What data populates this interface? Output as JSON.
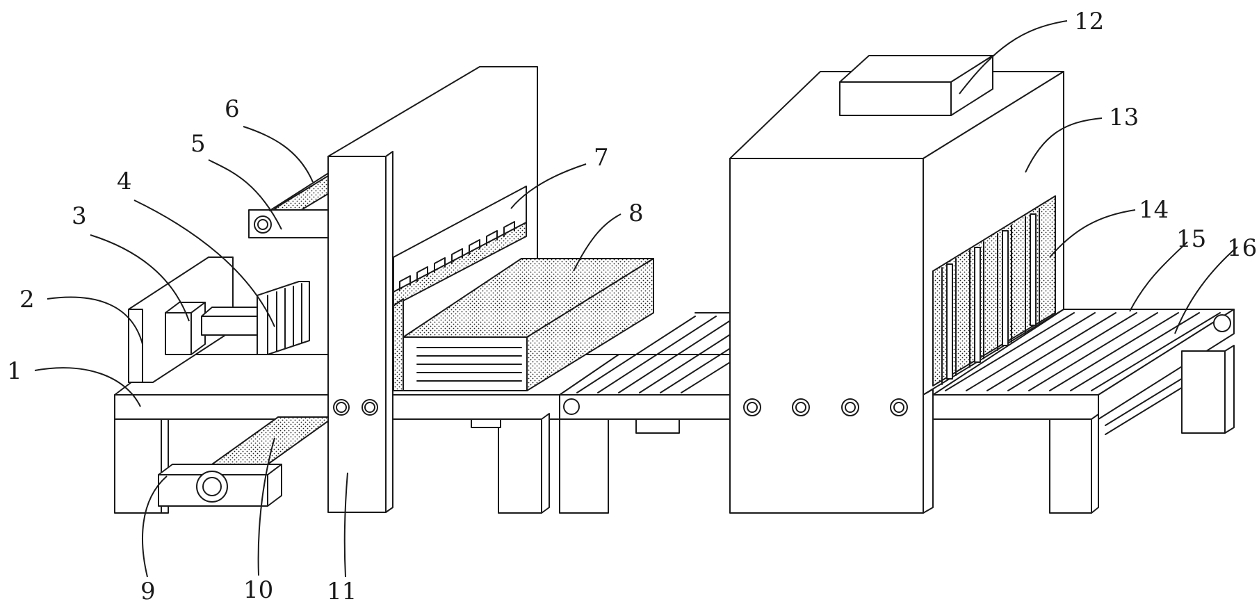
{
  "figure": {
    "labels": [
      {
        "id": "1",
        "text": "1"
      },
      {
        "id": "2",
        "text": "2"
      },
      {
        "id": "3",
        "text": "3"
      },
      {
        "id": "4",
        "text": "4"
      },
      {
        "id": "5",
        "text": "5"
      },
      {
        "id": "6",
        "text": "6"
      },
      {
        "id": "7",
        "text": "7"
      },
      {
        "id": "8",
        "text": "8"
      },
      {
        "id": "9",
        "text": "9"
      },
      {
        "id": "10",
        "text": "10"
      },
      {
        "id": "11",
        "text": "11"
      },
      {
        "id": "12",
        "text": "12"
      },
      {
        "id": "13",
        "text": "13"
      },
      {
        "id": "14",
        "text": "14"
      },
      {
        "id": "15",
        "text": "15"
      },
      {
        "id": "16",
        "text": "16"
      }
    ]
  }
}
